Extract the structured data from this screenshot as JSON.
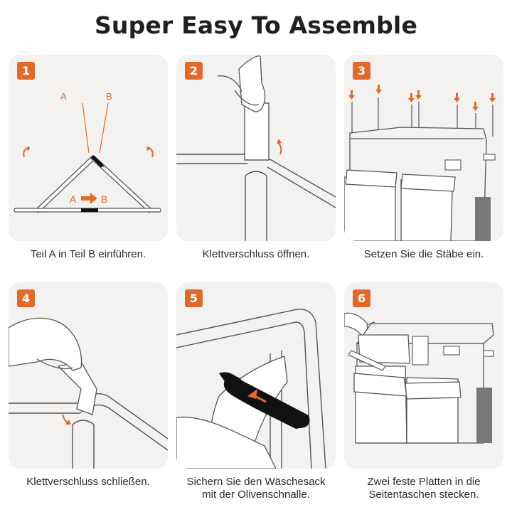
{
  "title": "Super Easy To Assemble",
  "accent_color": "#e0692b",
  "steps": [
    {
      "number": "1",
      "caption": "Teil A in Teil B einführen.",
      "label_a": "A",
      "label_b": "B",
      "label_a2": "A",
      "label_b2": "B"
    },
    {
      "number": "2",
      "caption": "Klettverschluss öffnen."
    },
    {
      "number": "3",
      "caption": "Setzen Sie die Stäbe ein."
    },
    {
      "number": "4",
      "caption": "Klettverschluss schließen."
    },
    {
      "number": "5",
      "caption_line1": "Sichern Sie den Wäschesack",
      "caption_line2": "mit der Olivenschnalle."
    },
    {
      "number": "6",
      "caption_line1": "Zwei feste Platten in die",
      "caption_line2": "Seitentaschen stecken."
    }
  ]
}
